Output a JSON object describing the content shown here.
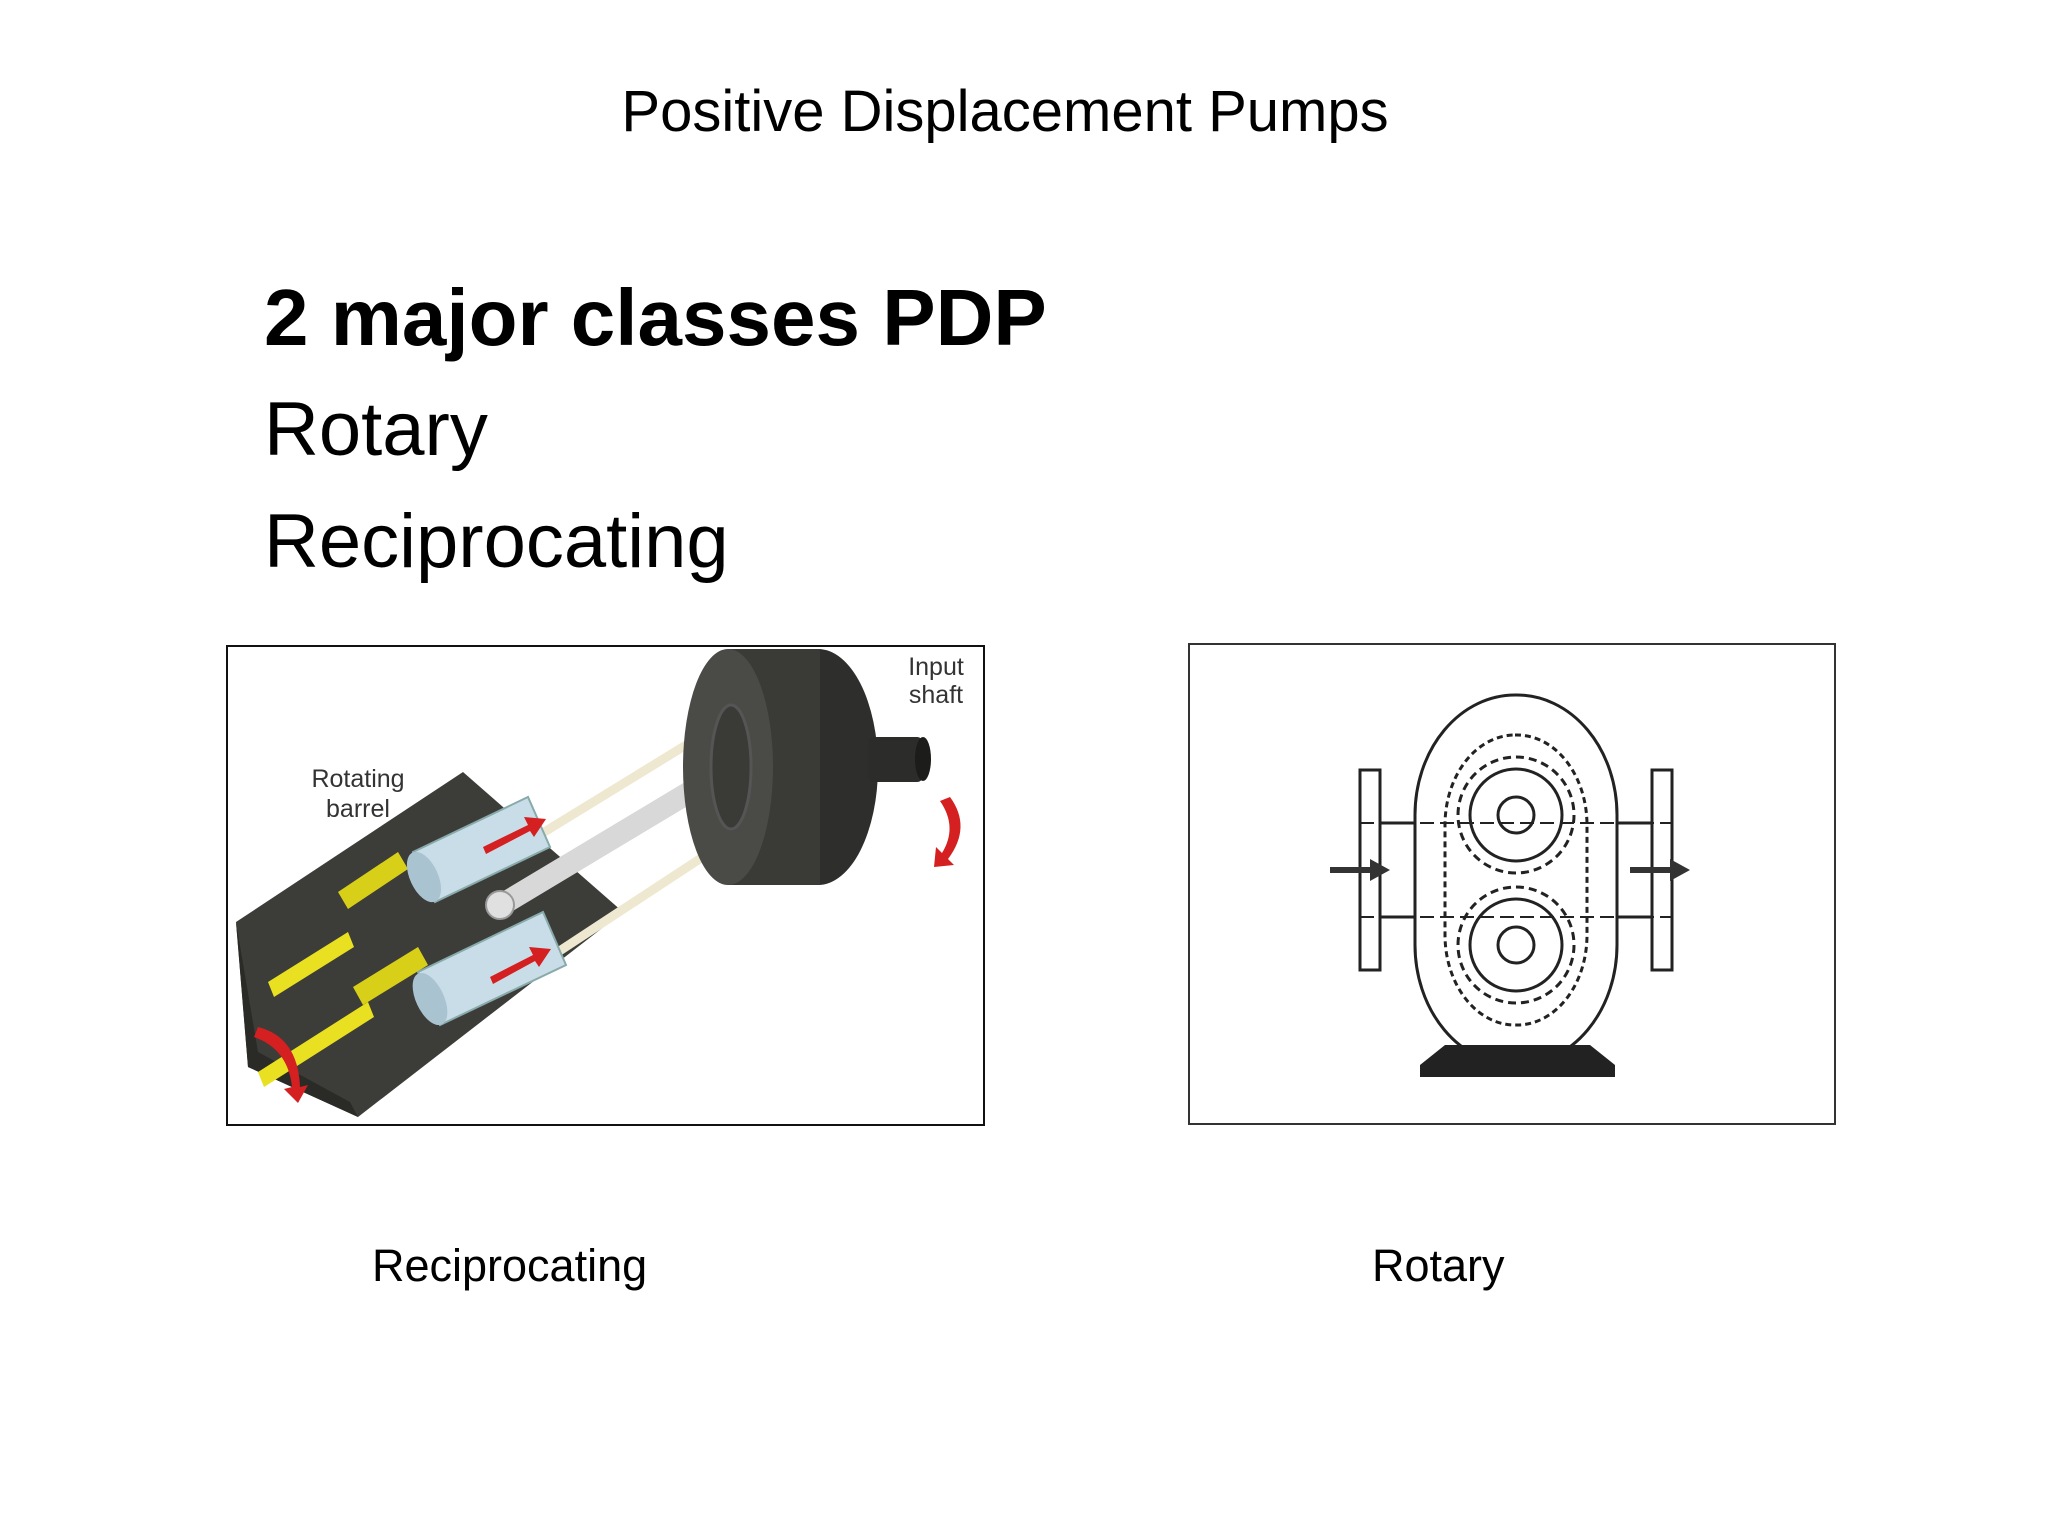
{
  "slide": {
    "title": "Positive Displacement Pumps",
    "bullets": {
      "heading": "2 major classes PDP",
      "items": [
        "Rotary",
        "Reciprocating"
      ]
    }
  },
  "figures": {
    "left": {
      "labels": {
        "input_shaft_line1": "Input",
        "input_shaft_line2": "shaft",
        "rotating_barrel_line1": "Rotating",
        "rotating_barrel_line2": "barrel"
      },
      "caption": "Reciprocating"
    },
    "right": {
      "caption": "Rotary"
    }
  },
  "colors": {
    "barrel": "#3c3c38",
    "port_yellow": "#e8e020",
    "cylinder_blue": "#c9dde8",
    "arrow_red": "#d42020"
  }
}
